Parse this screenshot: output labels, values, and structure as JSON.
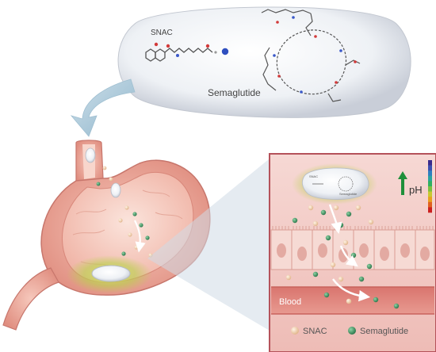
{
  "tablet": {
    "label_snac": "SNAC",
    "label_semaglutide": "Semaglutide"
  },
  "inset": {
    "mini_label_snac": "SNAC",
    "mini_label_semaglutide": "Semaglutide",
    "ph_label": "pH",
    "blood_label": "Blood"
  },
  "legend": {
    "snac": "SNAC",
    "semaglutide": "Semaglutide"
  },
  "colors": {
    "snac_bead": "#f2d3b0",
    "semaglutide_bead": "#3f8c60",
    "ph_arrow": "#1f8f3a",
    "stomach_wall": "#e79a8e",
    "inset_frame": "#b5525a"
  },
  "ph_scale_colors": [
    "#3a2a8c",
    "#3b4fb0",
    "#2f7fc0",
    "#2aa3a0",
    "#30b060",
    "#7cc040",
    "#c8c830",
    "#e8a020",
    "#e06020",
    "#cc2020"
  ]
}
